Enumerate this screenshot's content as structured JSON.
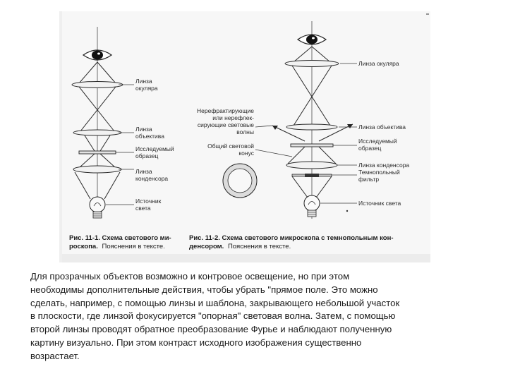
{
  "figure_left": {
    "labels": {
      "eyepiece_lens": [
        "Линза",
        "окуляра"
      ],
      "objective_lens": [
        "Линза",
        "объектива"
      ],
      "sample": [
        "Исследуемый",
        "образец"
      ],
      "condenser_lens": [
        "Линза",
        "конденсора"
      ],
      "light_source": [
        "Источник",
        "света"
      ]
    },
    "caption_bold": "Рис. 11‑1. Схема светового ми-",
    "caption_bold_2": "роскопа.",
    "caption_rest": "Пояснения в тексте."
  },
  "figure_right": {
    "labels": {
      "eyepiece_lens": "Линза окуляра",
      "nonrefracted_waves": [
        "Нерефрактирующие",
        "или нерефлек-",
        "сирующие световые",
        "волны"
      ],
      "light_cone": [
        "Общий световой",
        "конус"
      ],
      "objective_lens": "Линза объектива",
      "sample": [
        "Исследуемый",
        "образец"
      ],
      "condenser_lens": "Линза конденсора",
      "darkfield_filter": [
        "Темнопольный",
        "фильтр"
      ],
      "light_source": "Источник света"
    },
    "caption_bold": "Рис. 11‑2. Схема светового микроскопа с темнопольным кон-",
    "caption_bold_2": "денсором.",
    "caption_rest": "Пояснения в тексте."
  },
  "paragraph": {
    "lines": [
      "Для прозрачных объектов возможно и контровое освещение, но при этом",
      "необходимы дополнительные действия, чтобы убрать \"прямое поле. Это можно",
      "сделать, например, с помощью линзы и шаблона, закрывающего небольшой участок",
      "в плоскости, где линзой фокусируется \"опорная\" световая волна. Затем, с помощью",
      "второй линзы проводят обратное преобразование Фурье и наблюдают полученную",
      "картину визуально. При этом контраст исходного изображения существенно",
      "возрастает."
    ]
  }
}
